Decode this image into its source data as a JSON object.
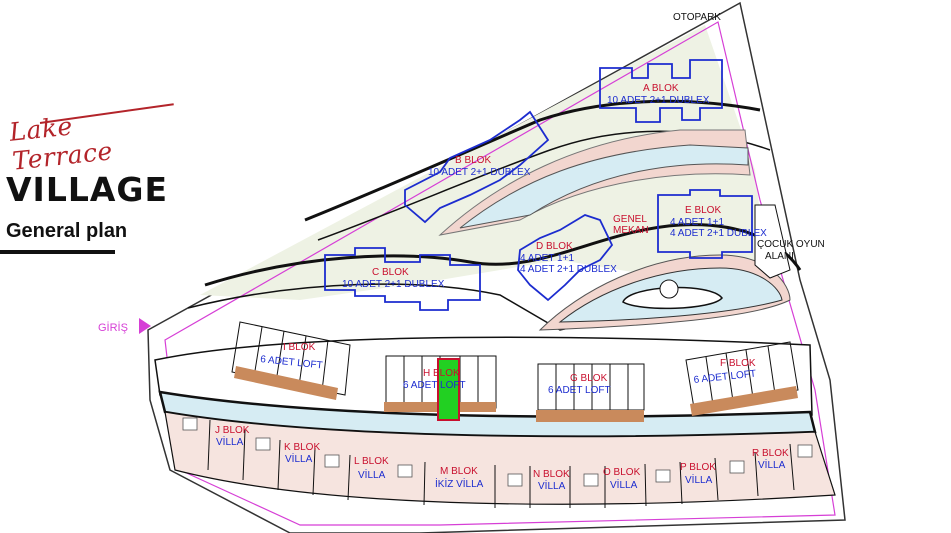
{
  "brand": {
    "script_title": "Lake Terrace",
    "big_title": "VILLAGE",
    "subtitle": "General plan"
  },
  "plan": {
    "entrance": "GİRİŞ",
    "parking": "OTOPARK",
    "playground_line1": "ÇOCUK OYUN",
    "playground_line2": "ALANI",
    "general_space_line1": "GENEL",
    "general_space_line2": "MEKAN",
    "blocks": {
      "a": {
        "name": "A BLOK",
        "desc": "10 ADET 2+1 DUBLEX"
      },
      "b": {
        "name": "B BLOK",
        "desc": "10 ADET 2+1 DUBLEX"
      },
      "c": {
        "name": "C BLOK",
        "desc": "10 ADET 2+1 DUBLEX"
      },
      "d": {
        "name": "D BLOK",
        "desc1": "4 ADET 1+1",
        "desc2": "4 ADET 2+1 DUBLEX"
      },
      "e": {
        "name": "E BLOK",
        "desc1": "4 ADET 1+1",
        "desc2": "4 ADET 2+1 DUBLEX"
      },
      "f": {
        "name": "F BLOK",
        "desc": "6 ADET LOFT"
      },
      "g": {
        "name": "G BLOK",
        "desc": "6 ADET LOFT"
      },
      "h": {
        "name": "H BLOK",
        "desc": "6 ADET LOFT"
      },
      "i": {
        "name": "I BLOK",
        "desc": "6 ADET LOFT"
      },
      "j": {
        "name": "J BLOK",
        "desc": "VİLLA"
      },
      "k": {
        "name": "K BLOK",
        "desc": "VİLLA"
      },
      "l": {
        "name": "L BLOK",
        "desc": "VİLLA"
      },
      "m": {
        "name": "M BLOK",
        "desc": "İKİZ VİLLA"
      },
      "n": {
        "name": "N BLOK",
        "desc": "VİLLA"
      },
      "o": {
        "name": "O BLOK",
        "desc": "VİLLA"
      },
      "p": {
        "name": "P BLOK",
        "desc": "VİLLA"
      },
      "r": {
        "name": "R BLOK",
        "desc": "VİLLA"
      }
    },
    "colors": {
      "building_outline": "#1c2ccf",
      "block_label": "#c8102e",
      "highlight_unit": "#22d022",
      "highlight_border": "#c8102e",
      "boundary": "#d63fd6",
      "water": "#d6ecf3",
      "terrace": "#f2d6cf",
      "landscape": "#eef2e4",
      "deck": "#c98a5c"
    }
  }
}
